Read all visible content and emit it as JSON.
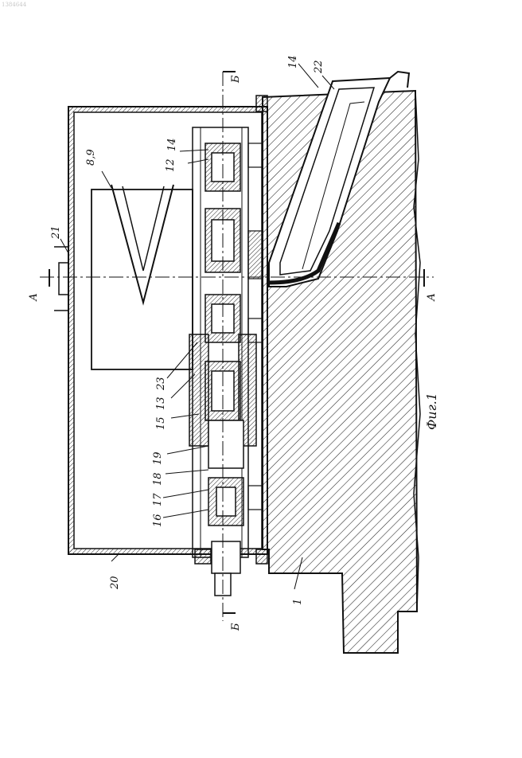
{
  "figure": {
    "corner_id": "1384644",
    "caption": "Фиг.1",
    "section_marks": {
      "b_top": "Б",
      "b_bottom": "Б",
      "a_left": "А",
      "a_right": "А"
    },
    "part_labels": {
      "p1": "1",
      "p8_9": "8,9",
      "p12": "12",
      "p13": "13",
      "p14_left": "14",
      "p14_right": "14",
      "p15": "15",
      "p16": "16",
      "p17": "17",
      "p18": "18",
      "p19": "19",
      "p20": "20",
      "p21": "21",
      "p22": "22",
      "p23": "23"
    }
  },
  "colors": {
    "ink": "#111111",
    "paper": "#ffffff"
  }
}
